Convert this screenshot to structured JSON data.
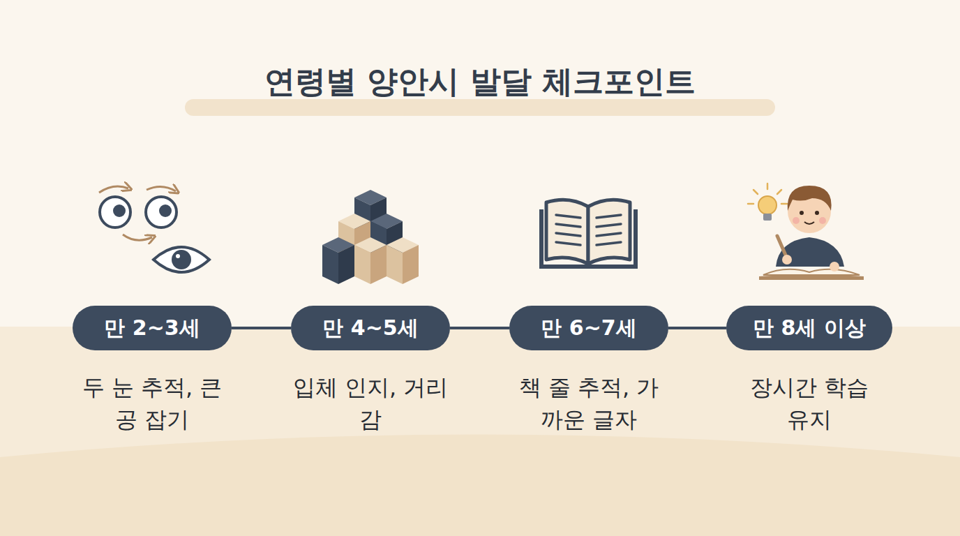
{
  "diagram": {
    "title": "연령별 양안시 발달 체크포인트",
    "nodes": [
      {
        "text": [
          "만 2~3세",
          "두 눈 추적, 큰 공 잡기"
        ]
      },
      {
        "text": [
          "만 4~5세",
          "입체 인지, 거리감"
        ]
      },
      {
        "text": [
          "만 6~7세",
          "책 줄 추적, 가까운 글자"
        ]
      },
      {
        "text": [
          "만 8세 이상",
          "장시간 학습 유지"
        ]
      }
    ],
    "edges": [
      {
        "from": 0,
        "to": 1,
        "arrow": "none"
      },
      {
        "from": 1,
        "to": 2,
        "arrow": "none"
      },
      {
        "from": 2,
        "to": 3,
        "arrow": "none"
      }
    ]
  }
}
